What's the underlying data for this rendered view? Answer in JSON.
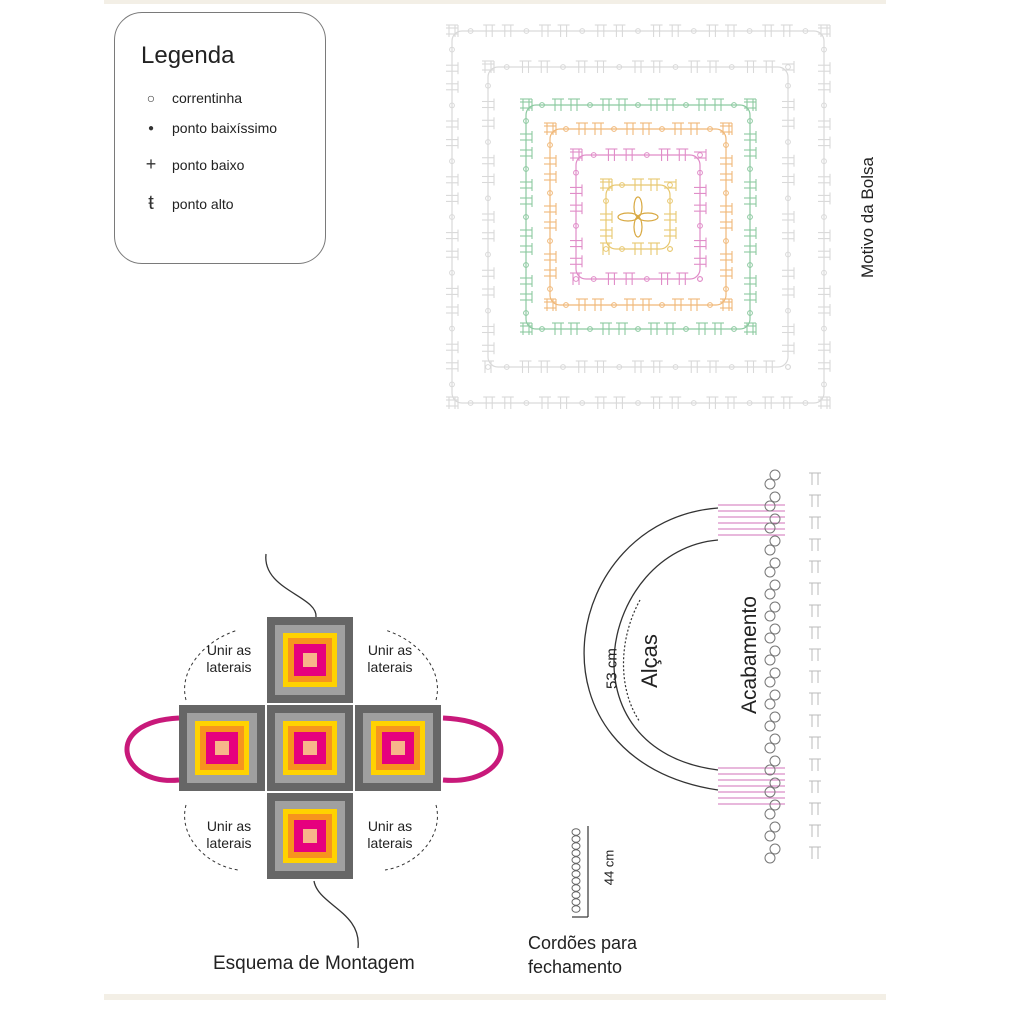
{
  "legend": {
    "title": "Legenda",
    "items": [
      {
        "symbol": "chain-stitch-icon",
        "label": "correntinha"
      },
      {
        "symbol": "slip-stitch-icon",
        "label": "ponto baixíssimo"
      },
      {
        "symbol": "single-crochet-icon",
        "label": "ponto baixo"
      },
      {
        "symbol": "double-crochet-icon",
        "label": "ponto alto"
      }
    ]
  },
  "motif": {
    "label": "Motivo da Bolsa",
    "ring_colors": [
      "#d9d9d9",
      "#d9d9d9",
      "#8cc9a0",
      "#f0b878",
      "#e08cc8",
      "#e8c870"
    ]
  },
  "assembly": {
    "label": "Esquema de Montagem",
    "join_text_line1": "Unir as",
    "join_text_line2": "laterais",
    "square_colors": {
      "outer": "#666666",
      "ring1": "#a0a0a0",
      "ring2": "#ffd200",
      "ring3": "#f7941d",
      "ring4": "#e6007e",
      "center": "#f7b58a"
    },
    "handle_color": "#c8197a"
  },
  "handles": {
    "label": "Alças",
    "measure": "53 cm",
    "finish_label": "Acabamento"
  },
  "cords": {
    "label_line1": "Cordões para",
    "label_line2": "fechamento",
    "measure": "44 cm"
  }
}
